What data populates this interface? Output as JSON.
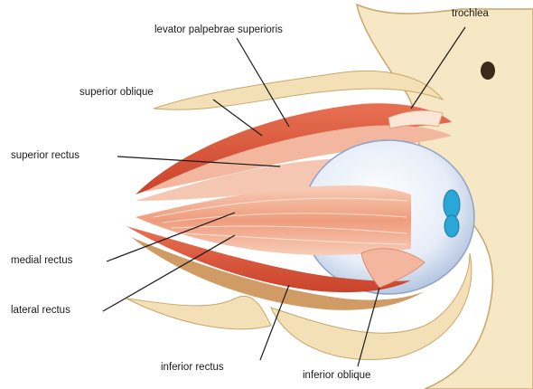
{
  "labels": {
    "levator": "levator palpebrae superioris",
    "trochlea": "trochlea",
    "superior_oblique": "superior oblique",
    "superior_rectus": "superior rectus",
    "medial_rectus": "medial rectus",
    "lateral_rectus": "lateral rectus",
    "inferior_rectus": "inferior rectus",
    "inferior_oblique": "inferior oblique"
  },
  "colors": {
    "bone": "#f6e8c4",
    "bone_edge": "#c9a66b",
    "muscle": "#d9553a",
    "muscle_light": "#f0a98a",
    "muscle_pale": "#f6d0bd",
    "eyeball": "#dfe8f6",
    "iris": "#2aa7d6",
    "leader_line": "#1a1a1a"
  }
}
